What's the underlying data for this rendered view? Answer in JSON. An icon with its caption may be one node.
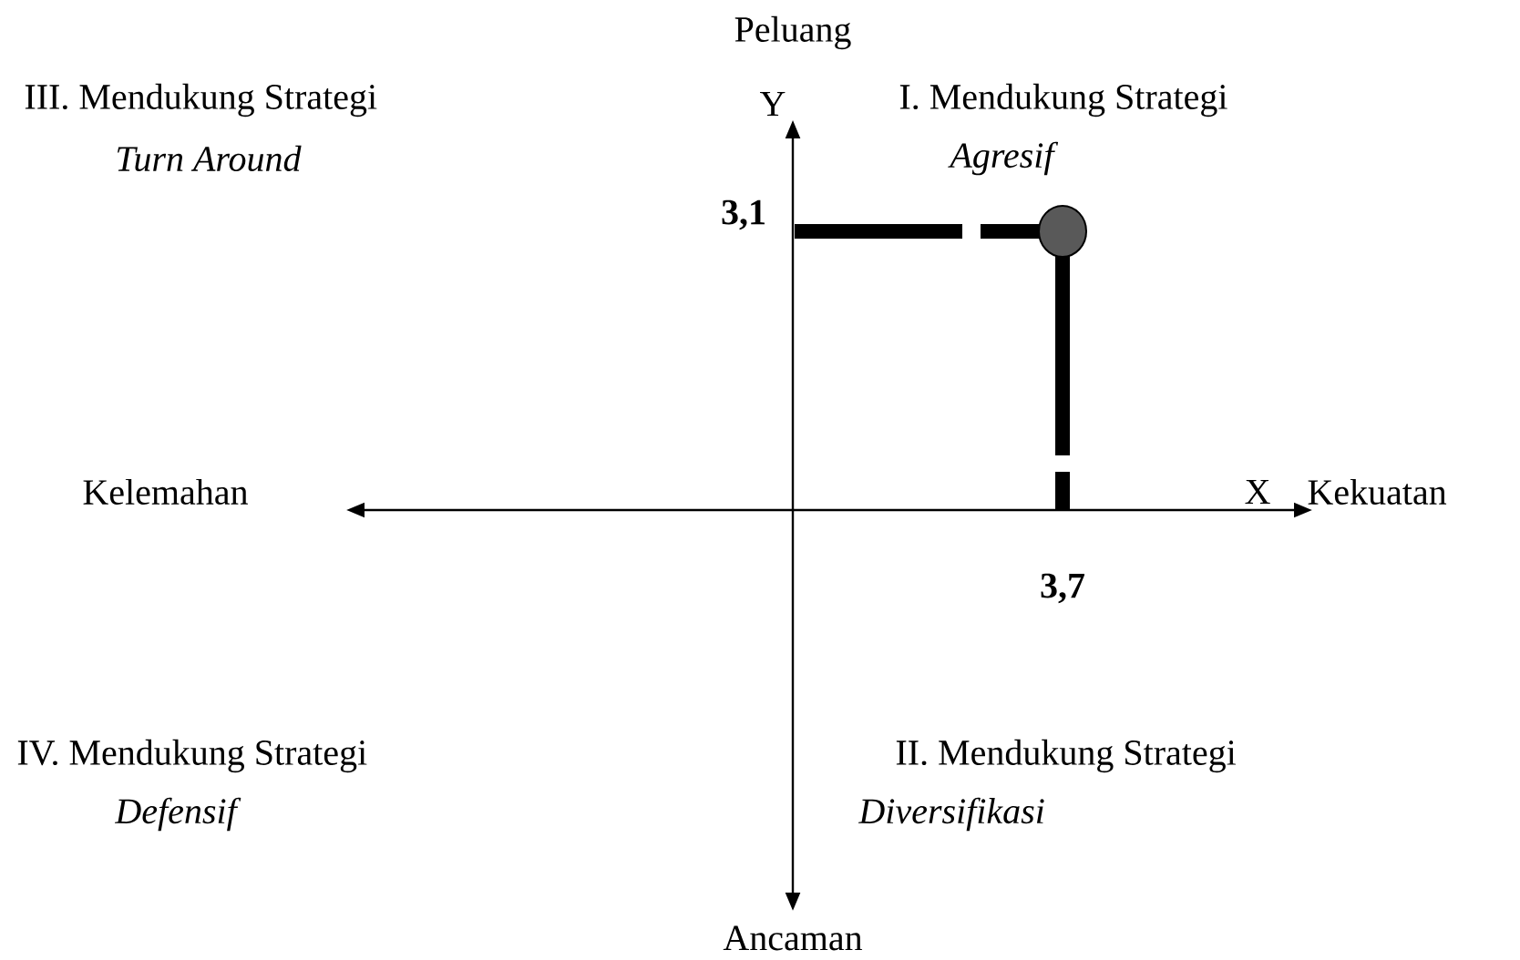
{
  "diagram": {
    "labels": [
      "Peluang",
      "Y",
      "III. Mendukung Strategi",
      "Turn Around",
      "I. Mendukung Strategi",
      "Agresif",
      "3,1",
      "Kelemahan",
      "X",
      "Kekuatan",
      "3,7",
      "IV. Mendukung Strategi",
      "Defensif",
      "II. Mendukung Strategi",
      "Diversifikasi",
      "Ancaman"
    ]
  }
}
